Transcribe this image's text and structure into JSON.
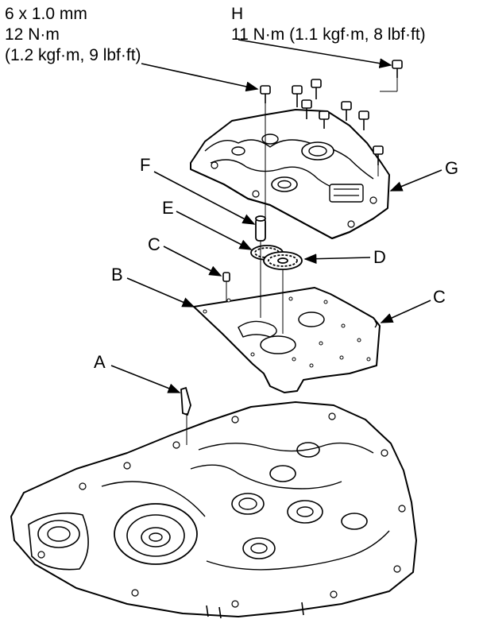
{
  "specs": {
    "bolt_6mm": {
      "size": "6 x 1.0 mm",
      "torque": "12 N·m",
      "torque_alt": "(1.2 kgf·m, 9 lbf·ft)"
    },
    "bolt_h": {
      "label": "H",
      "torque": "11 N·m (1.1 kgf·m, 8 lbf·ft)"
    }
  },
  "callouts": {
    "a": "A",
    "b": "B",
    "c_left": "C",
    "c_right": "C",
    "d": "D",
    "e": "E",
    "f": "F",
    "g": "G"
  }
}
